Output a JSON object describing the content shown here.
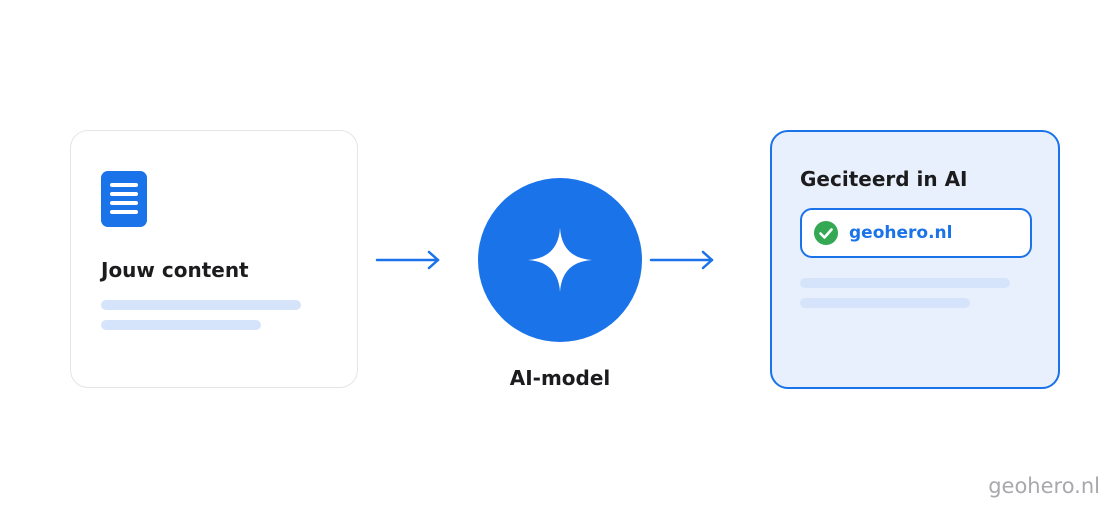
{
  "input_card": {
    "title": "Jouw content",
    "icon": "document-icon"
  },
  "model": {
    "label": "AI-model",
    "icon": "sparkle-icon"
  },
  "output_card": {
    "title": "Geciteerd in AI",
    "citation": "geohero.nl",
    "citation_icon": "check-circle-icon"
  },
  "watermark": "geohero.nl",
  "colors": {
    "accent": "#1a73e8",
    "placeholder_bar": "#d6e4fb",
    "output_bg": "#e8f0fd",
    "check": "#34a853"
  }
}
